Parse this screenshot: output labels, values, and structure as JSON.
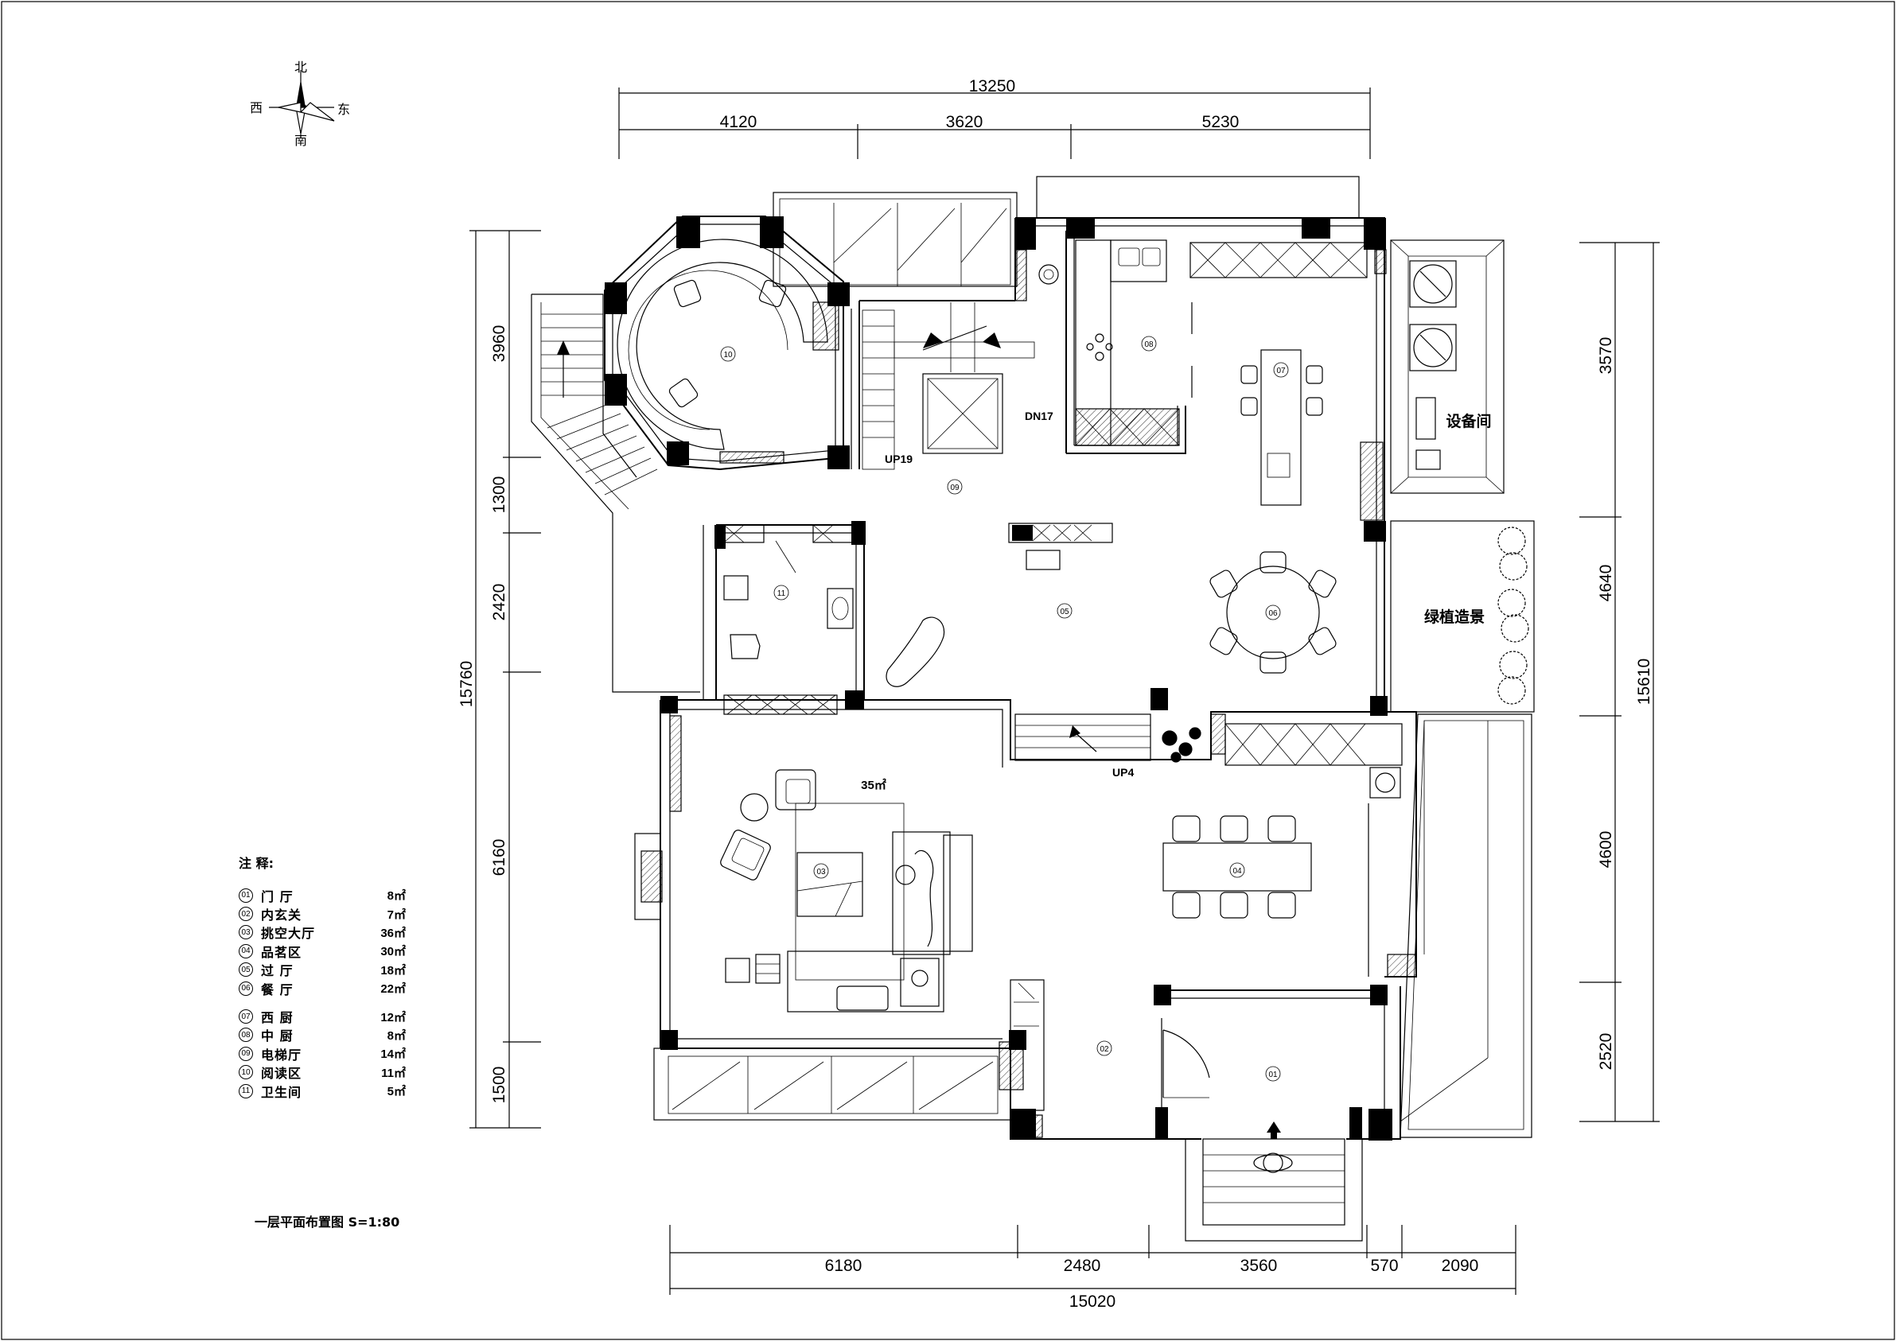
{
  "compass": {
    "north": "北",
    "south": "南",
    "east": "东",
    "west": "西"
  },
  "dimensions": {
    "top_total": "13250",
    "top_segments": [
      "4120",
      "3620",
      "5230"
    ],
    "bottom_total": "15020",
    "bottom_segments": [
      "6180",
      "2480",
      "3560",
      "570",
      "2090"
    ],
    "left_total": "15760",
    "left_segments": [
      "3960",
      "1300",
      "2420",
      "6160",
      "1500"
    ],
    "right_total": "15610",
    "right_segments": [
      "3570",
      "4640",
      "4600",
      "2520"
    ]
  },
  "labels": {
    "equipment_room": "设备间",
    "green_landscape": "绿植造景",
    "area_35": "35㎡",
    "up19": "UP19",
    "dn17": "DN17",
    "up4": "UP4"
  },
  "room_numbers": [
    "01",
    "02",
    "03",
    "04",
    "05",
    "06",
    "07",
    "08",
    "09",
    "10",
    "11"
  ],
  "legend": {
    "title": "注 释:",
    "group_a": [
      {
        "num": "01",
        "name": "门  厅",
        "area": "8㎡"
      },
      {
        "num": "02",
        "name": "内玄关",
        "area": "7㎡"
      },
      {
        "num": "03",
        "name": "挑空大厅",
        "area": "36㎡"
      },
      {
        "num": "04",
        "name": "品茗区",
        "area": "30㎡"
      },
      {
        "num": "05",
        "name": "过  厅",
        "area": "18㎡"
      },
      {
        "num": "06",
        "name": "餐  厅",
        "area": "22㎡"
      }
    ],
    "group_b": [
      {
        "num": "07",
        "name": "西  厨",
        "area": "12㎡"
      },
      {
        "num": "08",
        "name": "中  厨",
        "area": "8㎡"
      },
      {
        "num": "09",
        "name": "电梯厅",
        "area": "14㎡"
      },
      {
        "num": "10",
        "name": "阅读区",
        "area": "11㎡"
      },
      {
        "num": "11",
        "name": "卫生间",
        "area": "5㎡"
      }
    ]
  },
  "caption": "一层平面布置图   S=1:80"
}
